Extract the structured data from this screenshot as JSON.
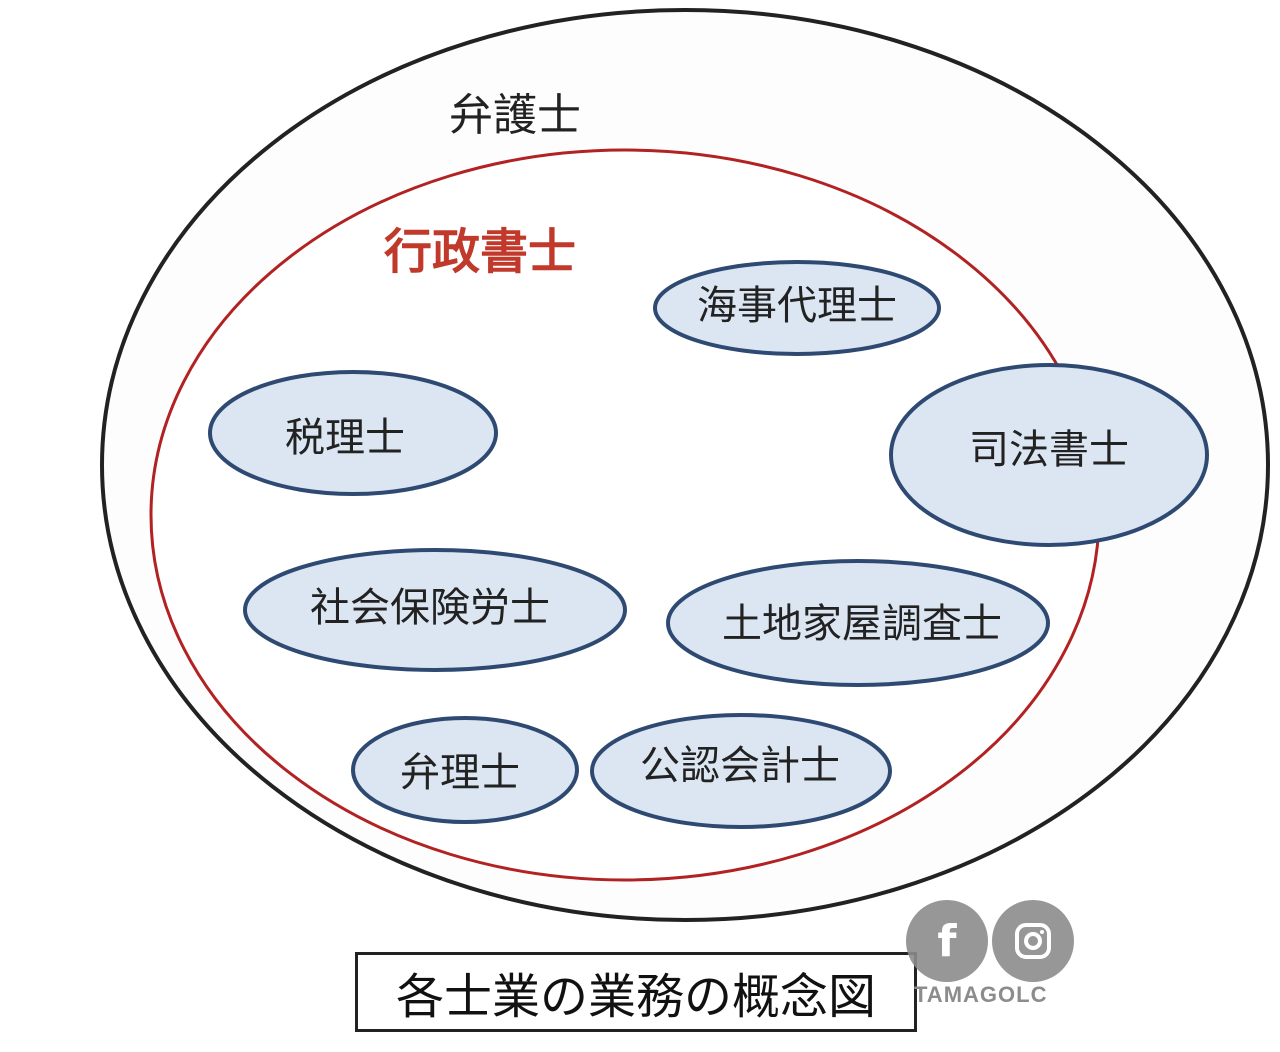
{
  "outer": {
    "label": "弁護士",
    "stroke": "#222222"
  },
  "inner": {
    "label": "行政書士",
    "stroke": "#b22222",
    "color": "#c0392b"
  },
  "bubbles": [
    {
      "label": "海事代理士"
    },
    {
      "label": "司法書士"
    },
    {
      "label": "税理士"
    },
    {
      "label": "社会保険労士"
    },
    {
      "label": "土地家屋調査士"
    },
    {
      "label": "弁理士"
    },
    {
      "label": "公認会計士"
    }
  ],
  "caption": "各士業の業務の概念図",
  "watermark": {
    "text": "TAMAGOLC",
    "icons": [
      "facebook-icon",
      "instagram-icon"
    ]
  }
}
